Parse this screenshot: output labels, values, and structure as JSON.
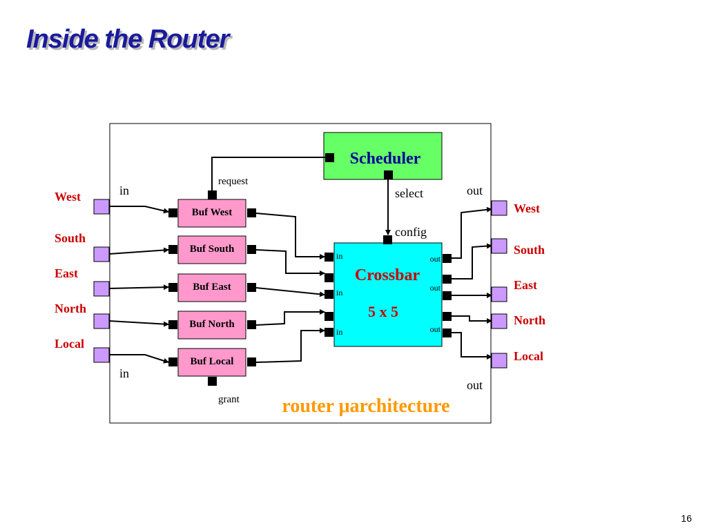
{
  "slide": {
    "title": "Inside the Router",
    "page_number": "16"
  },
  "diagram": {
    "scheduler_label": "Scheduler",
    "crossbar_label": "Crossbar",
    "crossbar_size": "5 x 5",
    "caption": "router μarchitecture",
    "buffers": [
      "Buf West",
      "Buf South",
      "Buf East",
      "Buf North",
      "Buf Local"
    ],
    "input_ports": [
      "West",
      "South",
      "East",
      "North",
      "Local"
    ],
    "output_ports": [
      "West",
      "South",
      "East",
      "North",
      "Local"
    ],
    "signal_labels": {
      "request": "request",
      "grant": "grant",
      "select": "select",
      "config": "config",
      "in": "in",
      "out": "out"
    },
    "crossbar_port_labels": {
      "in": "in",
      "out": "out"
    },
    "colors": {
      "title": "#1a1a9c",
      "port_label": "#cc0000",
      "caption": "#ff9900",
      "scheduler_fill": "#66ff66",
      "crossbar_fill": "#00ffff",
      "buffer_fill": "#ff99cc",
      "port_fill": "#cc99ff",
      "crossbar_text": "#cc0000",
      "scheduler_text": "#000099"
    }
  }
}
